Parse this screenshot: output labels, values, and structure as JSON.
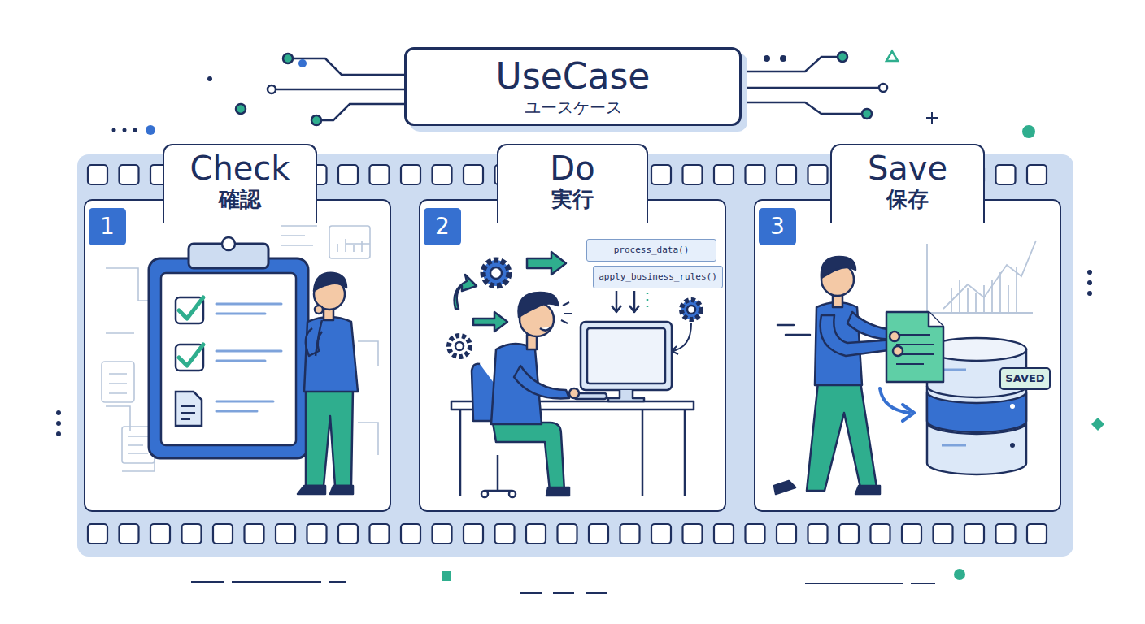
{
  "diagram": {
    "nodes": [
      {
        "text": [
          "UseCase",
          "ユースケース"
        ]
      },
      {
        "text": [
          "Check",
          "確認"
        ]
      },
      {
        "text": [
          "1"
        ],
        "in": 1
      },
      {
        "text": [
          "Do",
          "実行"
        ]
      },
      {
        "text": [
          "2"
        ],
        "in": 3
      },
      {
        "text": [
          "process_data()"
        ],
        "in": 3
      },
      {
        "text": [
          "apply_business_rules()"
        ],
        "in": 3
      },
      {
        "text": [
          "Save",
          "保存"
        ]
      },
      {
        "text": [
          "3"
        ],
        "in": 7
      },
      {
        "text": [
          "SAVED"
        ],
        "in": 7
      }
    ]
  }
}
